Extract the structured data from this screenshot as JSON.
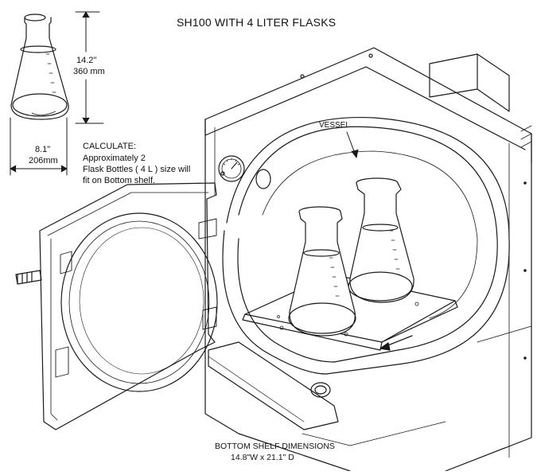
{
  "title": "SH100 WITH 4 LITER FLASKS",
  "flask_dimensions": {
    "height_in": "14.2\"",
    "height_mm": "360 mm",
    "width_in": "8.1\"",
    "width_mm": "206mm"
  },
  "calculate": {
    "heading": "CALCULATE:",
    "line1": "Approximately  2",
    "line2": "Flask Bottles ( 4 L ) size will",
    "line3": "fit on Bottom shelf."
  },
  "vessel_label": "VESSEL",
  "bottom_shelf": {
    "heading": "BOTTOM SHELF DIMENSIONS",
    "dims": "14.8\"W x 21.1\" D"
  },
  "colors": {
    "line": "#1a1a1a",
    "glass": "#ffffff",
    "background": "#ffffff"
  },
  "icons": [
    "erlenmeyer-flask-icon",
    "pressure-gauge-icon",
    "direction-arrow-icon"
  ]
}
